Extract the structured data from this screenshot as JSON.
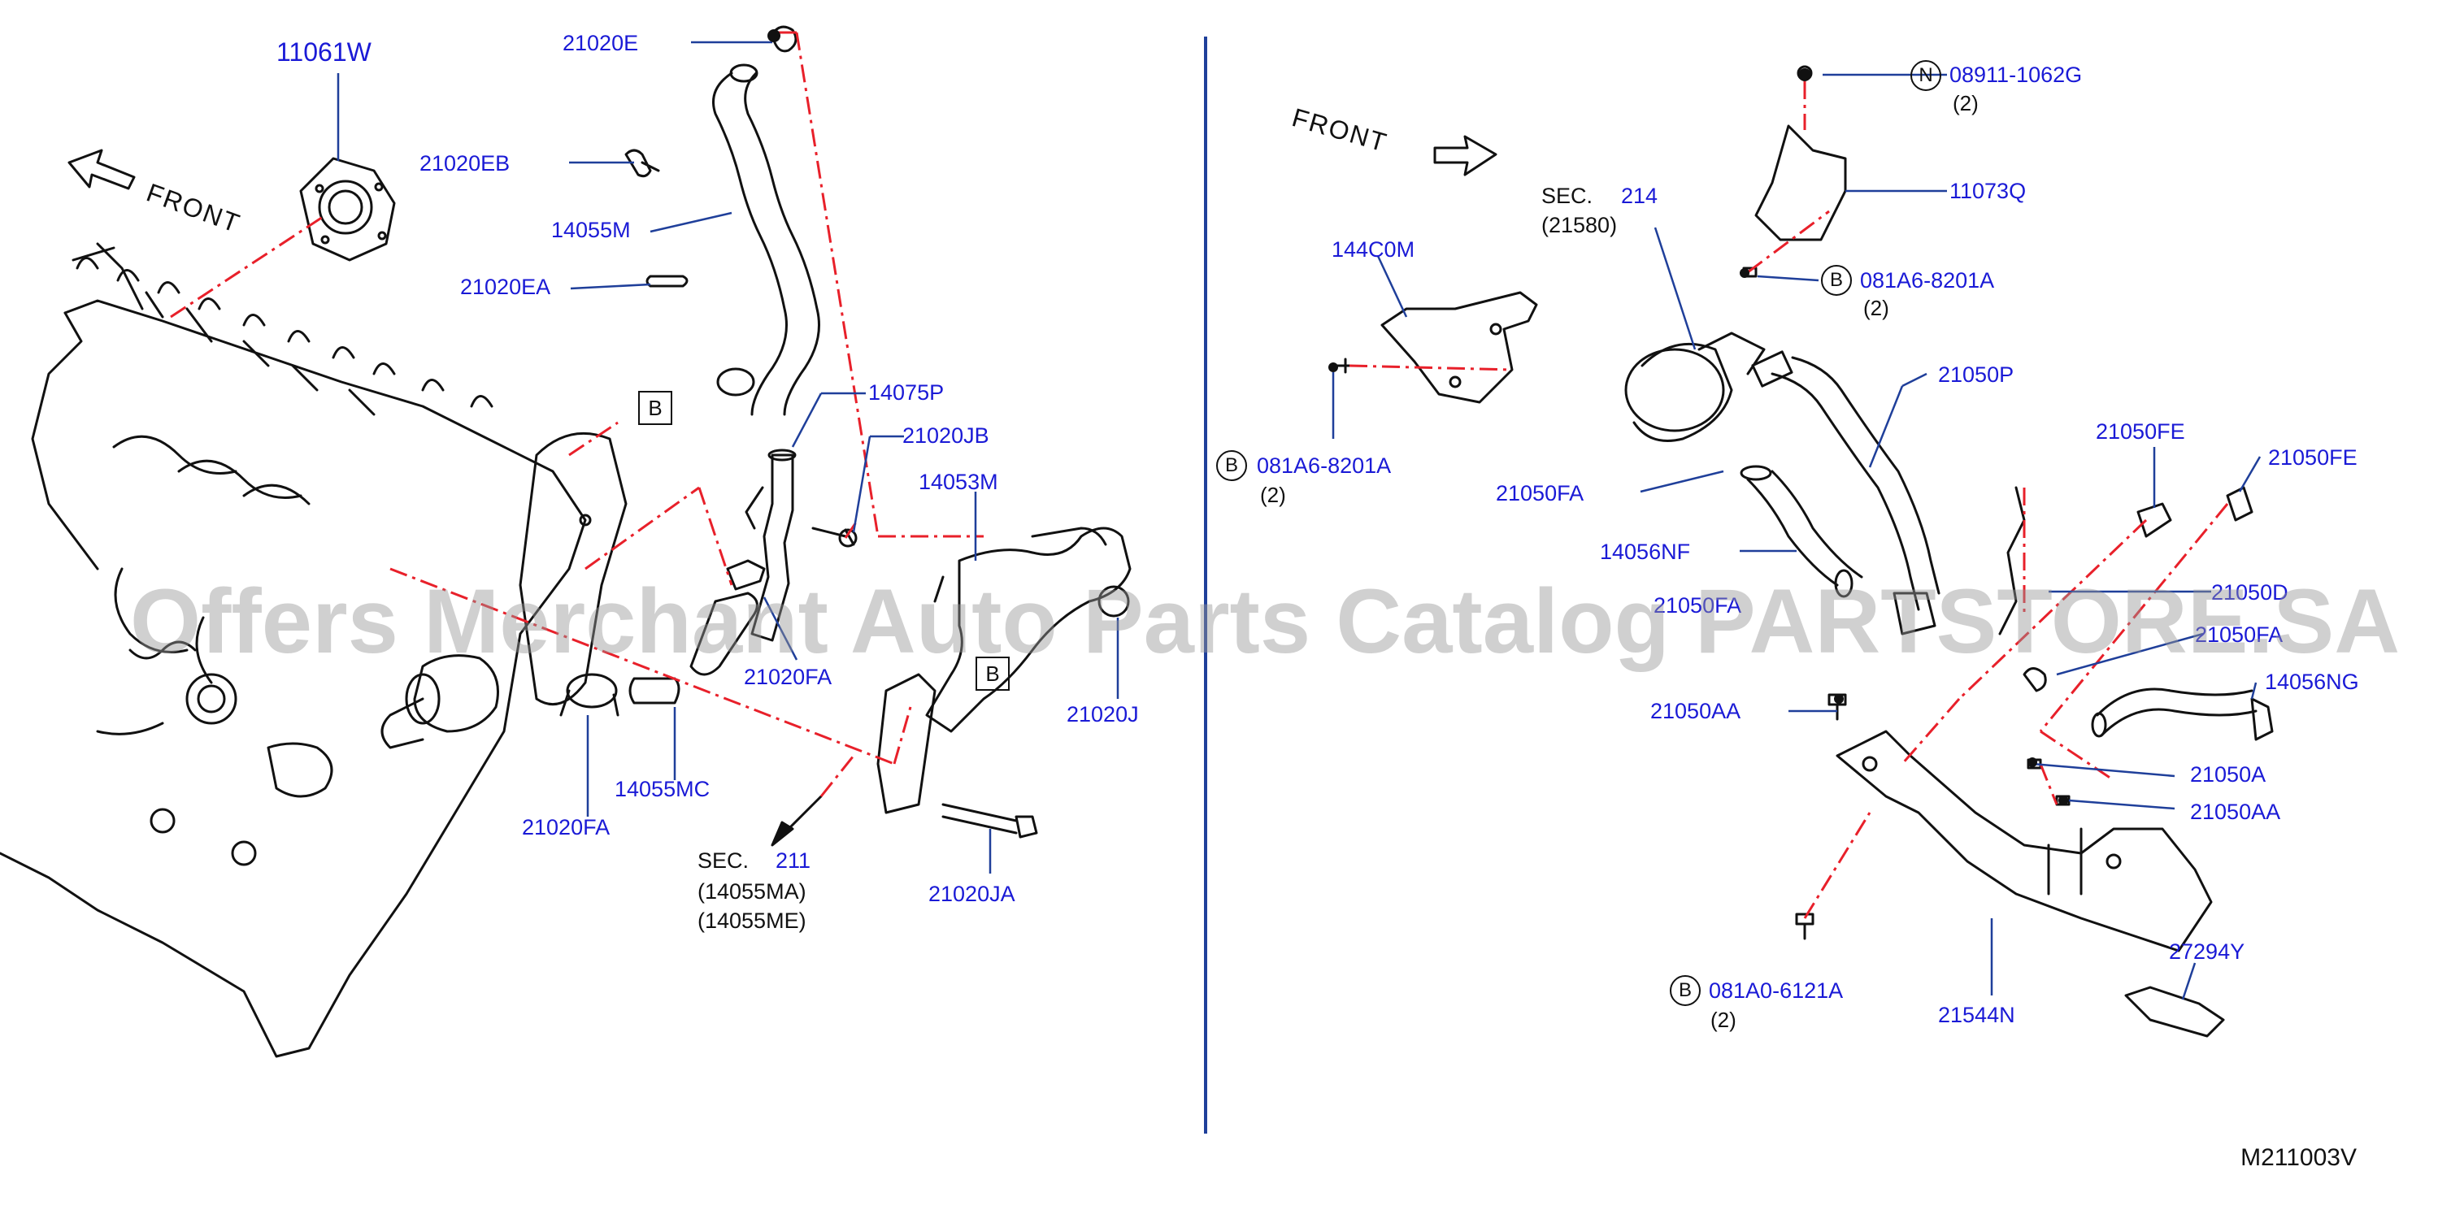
{
  "left_panel": {
    "front_label": "FRONT",
    "parts": {
      "p11061W": "11061W",
      "p21020E": "21020E",
      "p21020EB": "21020EB",
      "p14055M": "14055M",
      "p21020EA": "21020EA",
      "p14075P": "14075P",
      "p21020JB": "21020JB",
      "p14053M": "14053M",
      "p21020FA_a": "21020FA",
      "p21020J": "21020J",
      "p14055MC": "14055MC",
      "p21020FA_b": "21020FA",
      "p21020JA": "21020JA"
    },
    "box_labels": [
      "B",
      "B"
    ],
    "sec_ref": {
      "prefix": "SEC.",
      "number": "211",
      "lines": [
        "(14055MA)",
        "(14055ME)"
      ]
    }
  },
  "right_panel": {
    "front_label": "FRONT",
    "parts": {
      "p08911": "08911-1062G",
      "p08911_qty": "(2)",
      "p08911_mark": "N",
      "p11073Q": "11073Q",
      "p081A6_a": "081A6-8201A",
      "p081A6_a_qty": "(2)",
      "p081A6_a_mark": "B",
      "p144C0M": "144C0M",
      "p081A6_b": "081A6-8201A",
      "p081A6_b_qty": "(2)",
      "p081A6_b_mark": "B",
      "p21050P": "21050P",
      "p21050FE_a": "21050FE",
      "p21050FE_b": "21050FE",
      "p21050FA_a": "21050FA",
      "p14056NF": "14056NF",
      "p21050FA_b": "21050FA",
      "p21050D": "21050D",
      "p21050FA_c": "21050FA",
      "p14056NG": "14056NG",
      "p21050AA_a": "21050AA",
      "p21050A": "21050A",
      "p21050AA_b": "21050AA",
      "p081A0": "081A0-6121A",
      "p081A0_qty": "(2)",
      "p081A0_mark": "B",
      "p21544N": "21544N",
      "p27294Y": "27294Y"
    },
    "sec_ref": {
      "prefix": "SEC.",
      "number": "214",
      "line": "(21580)"
    }
  },
  "watermark": "Offers Merchant Auto Parts Catalog PARTSTORE.SA",
  "diagram_code": "M211003V",
  "colors": {
    "label_blue": "#1a1ad6",
    "leader_blue": "#1f3f9a",
    "dash_red": "#e8202a",
    "divider_blue": "#1f3f9a",
    "line_black": "#111111"
  }
}
